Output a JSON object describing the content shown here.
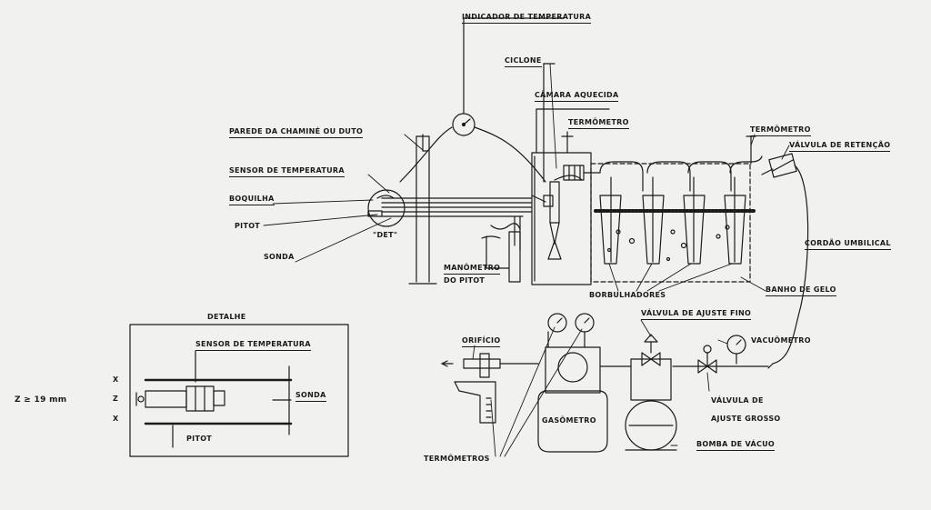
{
  "labels": {
    "indicador_temperatura": "INDICADOR DE TEMPERATURA",
    "ciclone": "CICLONE",
    "camara_aquecida": "CÂMARA AQUECIDA",
    "termometro_1": "TERMÔMETRO",
    "termometro_2": "TERMÔMETRO",
    "valvula_retencao": "VÁLVULA DE RETENÇÃO",
    "parede_chamine": "PAREDE DA CHAMINÉ OU DUTO",
    "sensor_temperatura": "SENSOR DE TEMPERATURA",
    "boquilha": "BOQUILHA",
    "pitot": "PITOT",
    "sonda": "SONDA",
    "det": "\"DET\"",
    "manometro_pitot_1": "MANÔMETRO",
    "manometro_pitot_2": "DO PITOT",
    "cordao_umbilical": "CORDÃO UMBILICAL",
    "borbulhadores": "BORBULHADORES",
    "banho_gelo": "BANHO DE GELO",
    "detalhe": "DETALHE",
    "detalhe_sensor": "SENSOR DE TEMPERATURA",
    "detalhe_sonda": "SONDA",
    "detalhe_pitot": "PITOT",
    "z_mark": "Z",
    "x_mark_1": "X",
    "x_mark_2": "X",
    "dimension": "Z ≥ 19 mm",
    "orificio": "ORIFÍCIO",
    "valvula_ajuste_fino": "VÁLVULA DE AJUSTE FINO",
    "vacuometro": "VACUÔMETRO",
    "gasometro": "GASÔMETRO",
    "valvula_ajuste_grosso_1": "VÁLVULA DE",
    "valvula_ajuste_grosso_2": "AJUSTE GROSSO",
    "bomba_vacuo": "BOMBA DE VÁCUO",
    "termometros": "TERMÔMETROS"
  },
  "colors": {
    "ink": "#1a1a1a",
    "paper": "#f1f1ef"
  },
  "icons": [
    "gauge-icon",
    "thermometer-icon",
    "valve-icon",
    "pump-icon"
  ]
}
